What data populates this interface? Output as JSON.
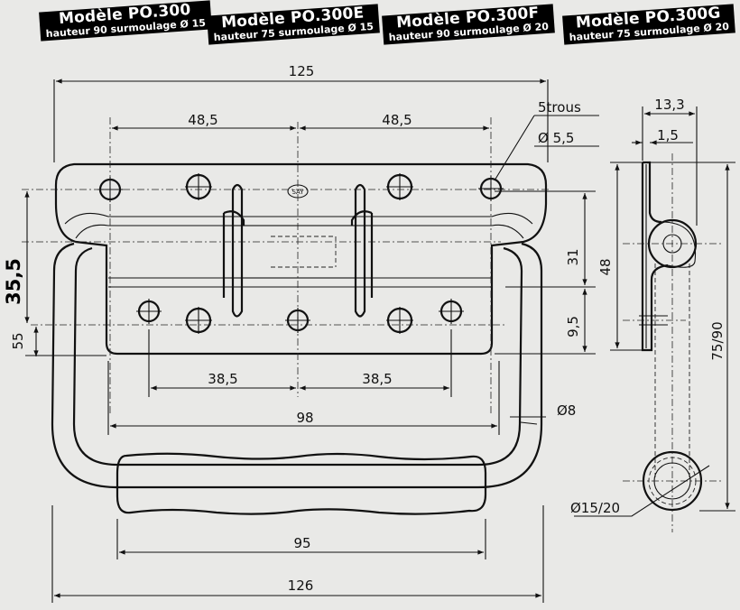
{
  "labels": [
    {
      "model": "Modèle PO.300",
      "spec": "hauteur 90 surmoulage Ø 15"
    },
    {
      "model": "Modèle PO.300E",
      "spec": "hauteur 75 surmoulage Ø 15"
    },
    {
      "model": "Modèle PO.300F",
      "spec": "hauteur 90 surmoulage Ø 20"
    },
    {
      "model": "Modèle PO.300G",
      "spec": "hauteur 75 surmoulage Ø 20"
    }
  ],
  "dimensions": {
    "overall_width": "125",
    "hole_spacing_top_left": "48,5",
    "hole_spacing_top_right": "48,5",
    "holes_note": "5trous",
    "hole_diameter": "Ø 5,5",
    "plate_height": "35,5",
    "left_offset": "55",
    "hole_spacing_bottom_left": "38,5",
    "hole_spacing_bottom_right": "38,5",
    "handle_inner_width": "98",
    "rod_diameter": "Ø8",
    "grip_width": "95",
    "handle_outer_width": "126",
    "right_31": "31",
    "right_9_5": "9,5",
    "side_13_3": "13,3",
    "side_1_5": "1,5",
    "side_48": "48",
    "side_75_90": "75/90",
    "grip_diameter": "Ø15/20",
    "stamp": "SAY"
  }
}
